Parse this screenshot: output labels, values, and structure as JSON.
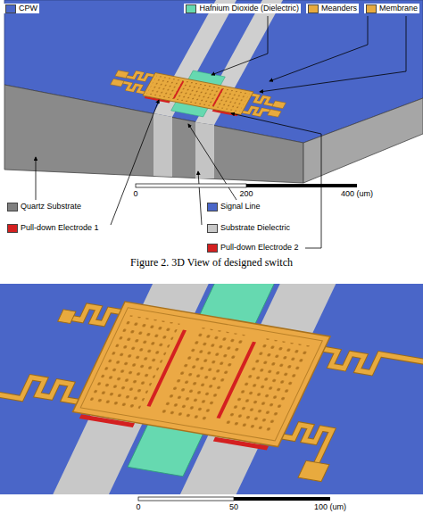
{
  "diagram": {
    "caption": "Figure 2. 3D View of designed switch",
    "labels": [
      "0",
      "200",
      "400 (um)",
      "0",
      "50",
      "100 (um)"
    ],
    "legend": [
      {
        "text": "CPW",
        "color": "#4a66c8"
      },
      {
        "text": "Hafnium Dioxide (Dielectric)",
        "color": "#66d9b0"
      },
      {
        "text": "Meanders",
        "color": "#e8aa3e"
      },
      {
        "text": "Membrane",
        "color": "#e8aa3e"
      },
      {
        "text": "Quartz Substrate",
        "color": "#808080"
      },
      {
        "text": "Signal Line",
        "color": "#4a66c8"
      },
      {
        "text": "Pull-down Electrode 1",
        "color": "#d42020"
      },
      {
        "text": "Substrate Dielectric",
        "color": "#c8c8c8"
      },
      {
        "text": "Pull-down Electrode 2",
        "color": "#d42020"
      }
    ]
  }
}
